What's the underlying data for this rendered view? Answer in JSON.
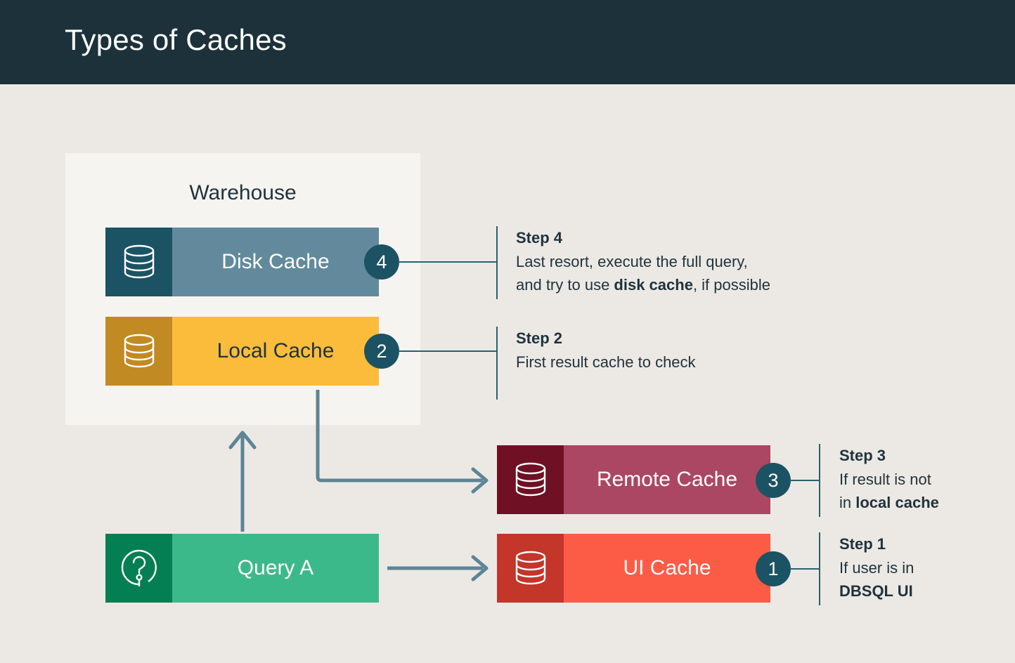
{
  "header": {
    "title": "Types of Caches"
  },
  "colors": {
    "page_background": "#ece9e5",
    "header_background": "#1c313a",
    "warehouse_background": "#f6f4f0",
    "text_dark": "#20333c",
    "badge": "#1b5364",
    "connector": "#5d8596",
    "leader": "#2a6070",
    "disk_cache_icon": "#1b5364",
    "disk_cache_body": "#628a9c",
    "local_cache_icon": "#c28a22",
    "local_cache_body": "#fbbc3c",
    "remote_cache_icon": "#6f1025",
    "remote_cache_body": "#ab4762",
    "ui_cache_icon": "#c4352a",
    "ui_cache_body": "#fc5c45",
    "query_icon": "#047e53",
    "query_body": "#3cb98b"
  },
  "warehouse": {
    "label": "Warehouse"
  },
  "nodes": {
    "disk_cache": {
      "label": "Disk Cache",
      "icon": "database-icon",
      "badge": "4"
    },
    "local_cache": {
      "label": "Local Cache",
      "icon": "database-icon",
      "badge": "2"
    },
    "remote_cache": {
      "label": "Remote Cache",
      "icon": "database-icon",
      "badge": "3"
    },
    "ui_cache": {
      "label": "UI Cache",
      "icon": "database-icon",
      "badge": "1"
    },
    "query": {
      "label": "Query A",
      "icon": "question-mark-circle-icon"
    }
  },
  "steps": {
    "step4": {
      "title": "Step 4",
      "line1": "Last resort, execute the full query,",
      "line2_pre": "and try to use ",
      "line2_bold": "disk cache",
      "line2_post": ", if possible"
    },
    "step2": {
      "title": "Step 2",
      "line1": "First result cache to check"
    },
    "step3": {
      "title": "Step 3",
      "line1": "If result is not",
      "line2_pre": "in ",
      "line2_bold": "local cache"
    },
    "step1": {
      "title": "Step 1",
      "line1": "If user is in",
      "line2_bold": "DBSQL UI"
    }
  }
}
